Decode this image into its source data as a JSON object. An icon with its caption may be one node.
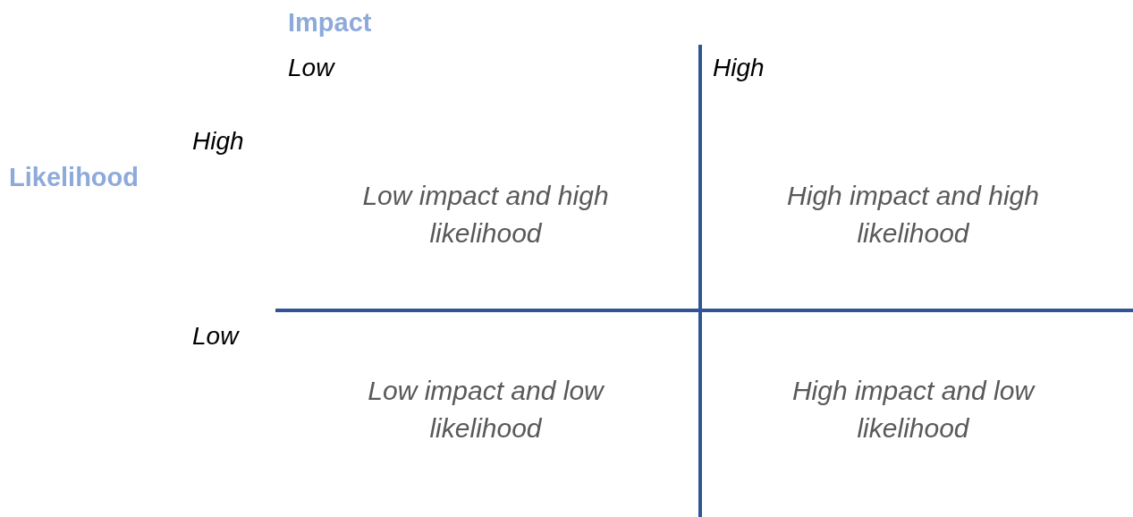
{
  "diagram": {
    "labels": [
      "Impact",
      "Low",
      "High",
      "High",
      "Likelihood",
      "Low impact and high likelihood",
      "High impact and high likelihood",
      "Low",
      "Low impact and low likelihood",
      "High impact and low likelihood"
    ]
  }
}
